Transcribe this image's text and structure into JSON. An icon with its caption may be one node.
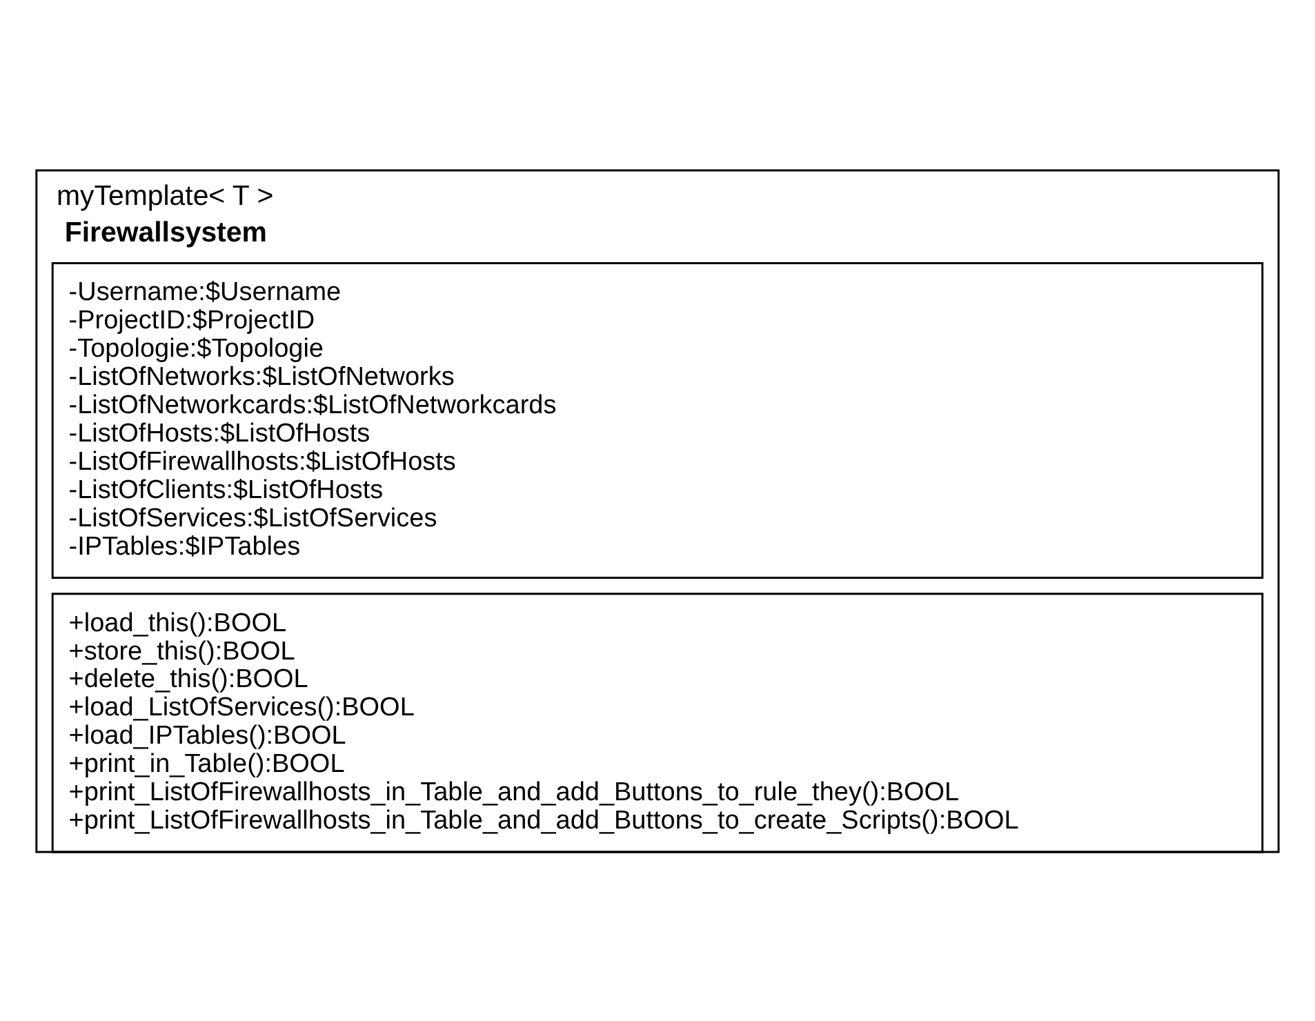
{
  "diagram": {
    "nodes": [
      {
        "text": [
          "myTemplate< T >",
          "Firewallsystem"
        ]
      },
      {
        "text": [
          "-Username:$Username",
          "-ProjectID:$ProjectID",
          "-Topologie:$Topologie",
          "-ListOfNetworks:$ListOfNetworks",
          "-ListOfNetworkcards:$ListOfNetworkcards",
          "-ListOfHosts:$ListOfHosts",
          "-ListOfFirewallhosts:$ListOfHosts",
          "-ListOfClients:$ListOfHosts",
          "-ListOfServices:$ListOfServices",
          "-IPTables:$IPTables"
        ],
        "in": 0
      },
      {
        "text": [
          "+load_this():BOOL",
          "+store_this():BOOL",
          "+delete_this():BOOL",
          "+load_ListOfServices():BOOL",
          "+load_IPTables():BOOL",
          "+print_in_Table():BOOL",
          "+print_ListOfFirewallhosts_in_Table_and_add_Buttons_to_rule_they():BOOL",
          "+print_ListOfFirewallhosts_in_Table_and_add_Buttons_to_create_Scripts():BOOL"
        ],
        "in": 0
      }
    ],
    "edges": []
  }
}
